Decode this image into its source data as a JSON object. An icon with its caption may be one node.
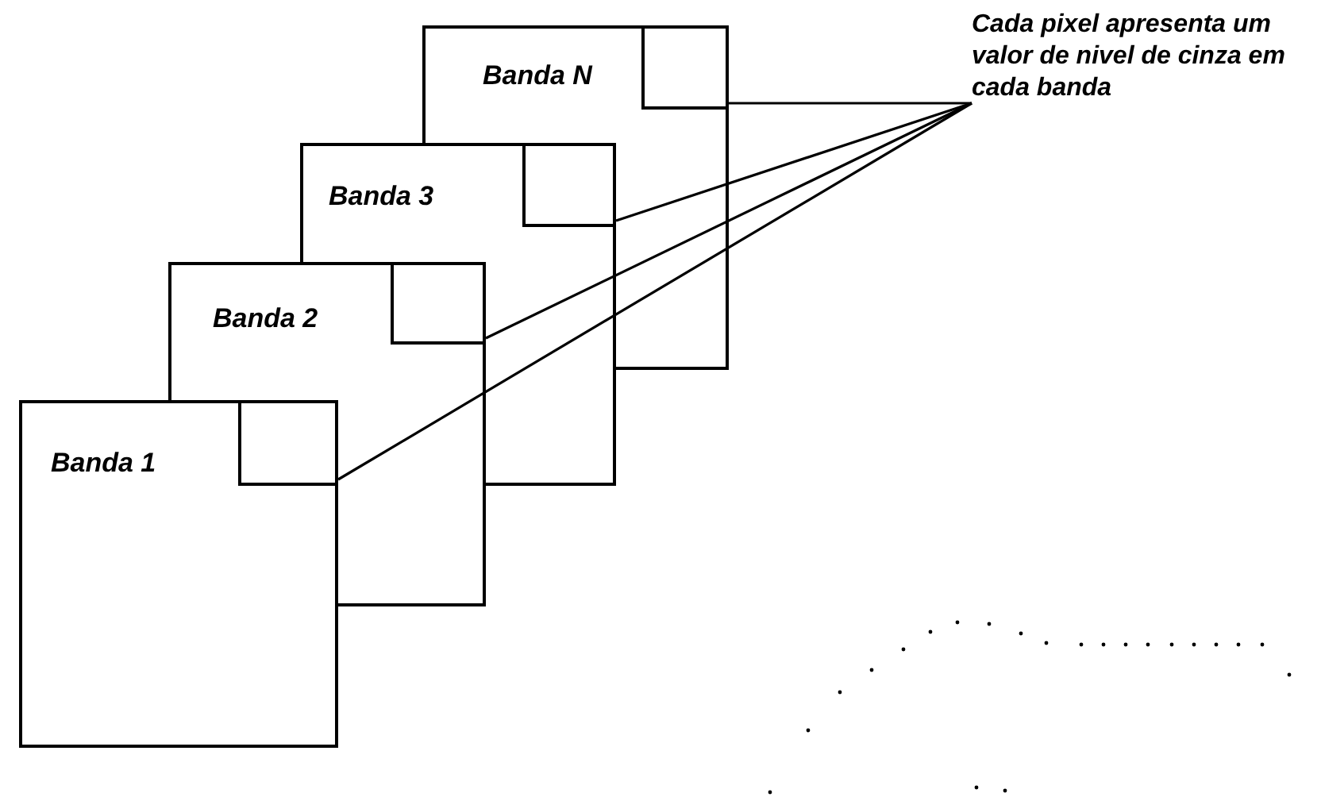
{
  "diagram": {
    "nodes": [
      {
        "text": [
          "Banda N"
        ]
      },
      {
        "text": [],
        "shape": "box",
        "in": 0
      },
      {
        "text": [
          "Banda 3"
        ]
      },
      {
        "text": [],
        "shape": "box"
      },
      {
        "text": [
          "Banda 2"
        ]
      },
      {
        "text": [],
        "shape": "box"
      },
      {
        "text": [
          "Banda 1"
        ]
      },
      {
        "text": [],
        "shape": "box"
      },
      {
        "text": [
          "Cada pixel apresenta um valor de nivel de cinza em cada banda"
        ]
      }
    ],
    "edges": [
      {
        "from": 8,
        "to": 1,
        "arrow": "none"
      },
      {
        "from": 8,
        "to": 3,
        "arrow": "none"
      },
      {
        "from": 8,
        "to": 5,
        "arrow": "none"
      },
      {
        "from": 8,
        "to": 7,
        "arrow": "none"
      }
    ]
  }
}
